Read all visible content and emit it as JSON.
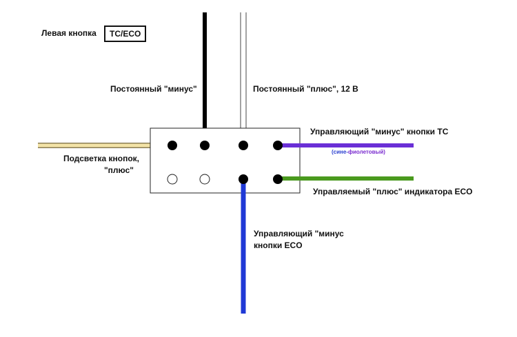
{
  "header": {
    "button_label": "Левая кнопка",
    "button_name": "TC/ECO"
  },
  "labels": {
    "ground_wire": "Постоянный \"минус\"",
    "plus_wire": "Постоянный \"плюс\", 12 В",
    "tc_minus": "Управляющий \"минус\" кнопки ТС",
    "tc_minus_note_a": "(сине-",
    "tc_minus_note_b": "фиолетовый)",
    "eco_plus": "Управляемый \"плюс\" индикатора ECO",
    "backlight_line1": "Подсветка кнопок,",
    "backlight_line2": "\"плюс\"",
    "eco_minus_line1": "Управляющий \"минус",
    "eco_minus_line2": "кнопки ECO"
  },
  "colors": {
    "ground_wire": "#000000",
    "plus_wire": "#ffffff",
    "tc_wire": "#6a2fd6",
    "tc_note_a": "#2a3fd0",
    "tc_note_b": "#7a2ccf",
    "eco_plus_wire": "#4a9a1e",
    "eco_minus_wire": "#1f39d6",
    "backlight_wire": "#f3e3a6",
    "connector_outline": "#222222"
  },
  "connector": {
    "pins": [
      {
        "row": 1,
        "col": 1,
        "state": "wired",
        "wire": "backlight"
      },
      {
        "row": 1,
        "col": 2,
        "state": "wired",
        "wire": "ground"
      },
      {
        "row": 1,
        "col": 3,
        "state": "wired",
        "wire": "plus"
      },
      {
        "row": 1,
        "col": 4,
        "state": "wired",
        "wire": "tc_minus"
      },
      {
        "row": 2,
        "col": 1,
        "state": "empty"
      },
      {
        "row": 2,
        "col": 2,
        "state": "empty"
      },
      {
        "row": 2,
        "col": 3,
        "state": "wired",
        "wire": "eco_minus"
      },
      {
        "row": 2,
        "col": 4,
        "state": "wired",
        "wire": "eco_plus"
      }
    ]
  }
}
